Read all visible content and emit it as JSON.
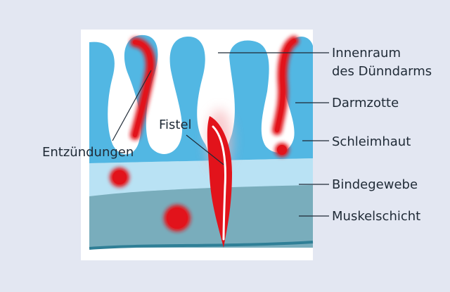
{
  "diagram": {
    "labels": {
      "lumen_line1": "Innenraum",
      "lumen_line2": "des Dünndarms",
      "villus": "Darmzotte",
      "mucosa": "Schleimhaut",
      "connective": "Bindegewebe",
      "muscle": "Muskelschicht",
      "fistula": "Fistel",
      "inflammation": "Entzündungen"
    },
    "colors": {
      "background": "#e3e7f2",
      "panel": "#ffffff",
      "mucosa": "#52b7e3",
      "connective_tissue": "#b9e2f4",
      "muscle_layer": "#79adbc",
      "muscle_bottom_line": "#2f7f96",
      "inflammation": "#e2131b",
      "text": "#1f2a36"
    }
  }
}
